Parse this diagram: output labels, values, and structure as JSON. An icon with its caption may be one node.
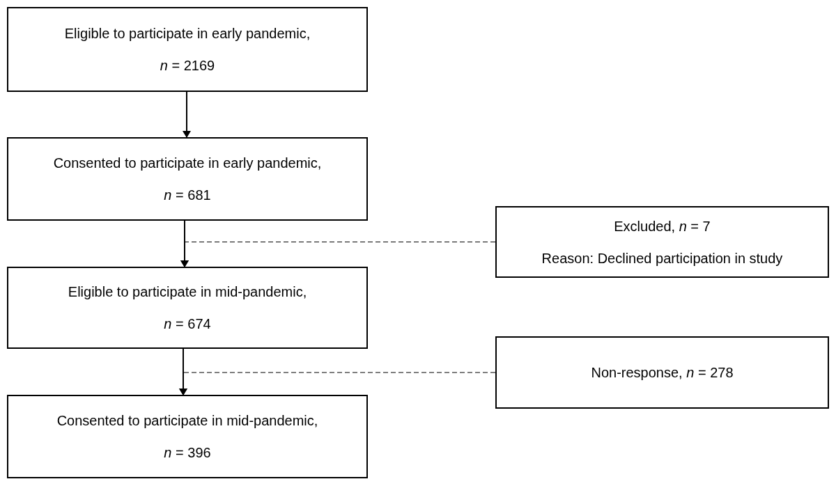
{
  "diagram": {
    "nodes": [
      {
        "text": [
          "Eligible to participate in early pandemic,",
          "*n* = 2169"
        ]
      },
      {
        "text": [
          "Consented to participate in early pandemic,",
          "*n* = 681"
        ]
      },
      {
        "text": [
          "Eligible to participate in mid-pandemic,",
          "*n* = 674"
        ]
      },
      {
        "text": [
          "Consented to participate in mid-pandemic,",
          "*n* = 396"
        ]
      },
      {
        "text": [
          "Excluded, *n* = 7",
          "Reason: Declined participation in study"
        ]
      },
      {
        "text": [
          "Non-response, *n* = 278"
        ]
      }
    ],
    "edges": [
      {
        "from": 0,
        "to": 1,
        "arrow": "to"
      },
      {
        "from": 1,
        "to": 2,
        "arrow": "to"
      },
      {
        "from": 2,
        "to": 3,
        "arrow": "to"
      },
      {
        "from": 4,
        "to": 2,
        "arrow": "to",
        "style": "dashed"
      },
      {
        "from": 5,
        "to": 3,
        "arrow": "to",
        "style": "dashed"
      }
    ]
  }
}
